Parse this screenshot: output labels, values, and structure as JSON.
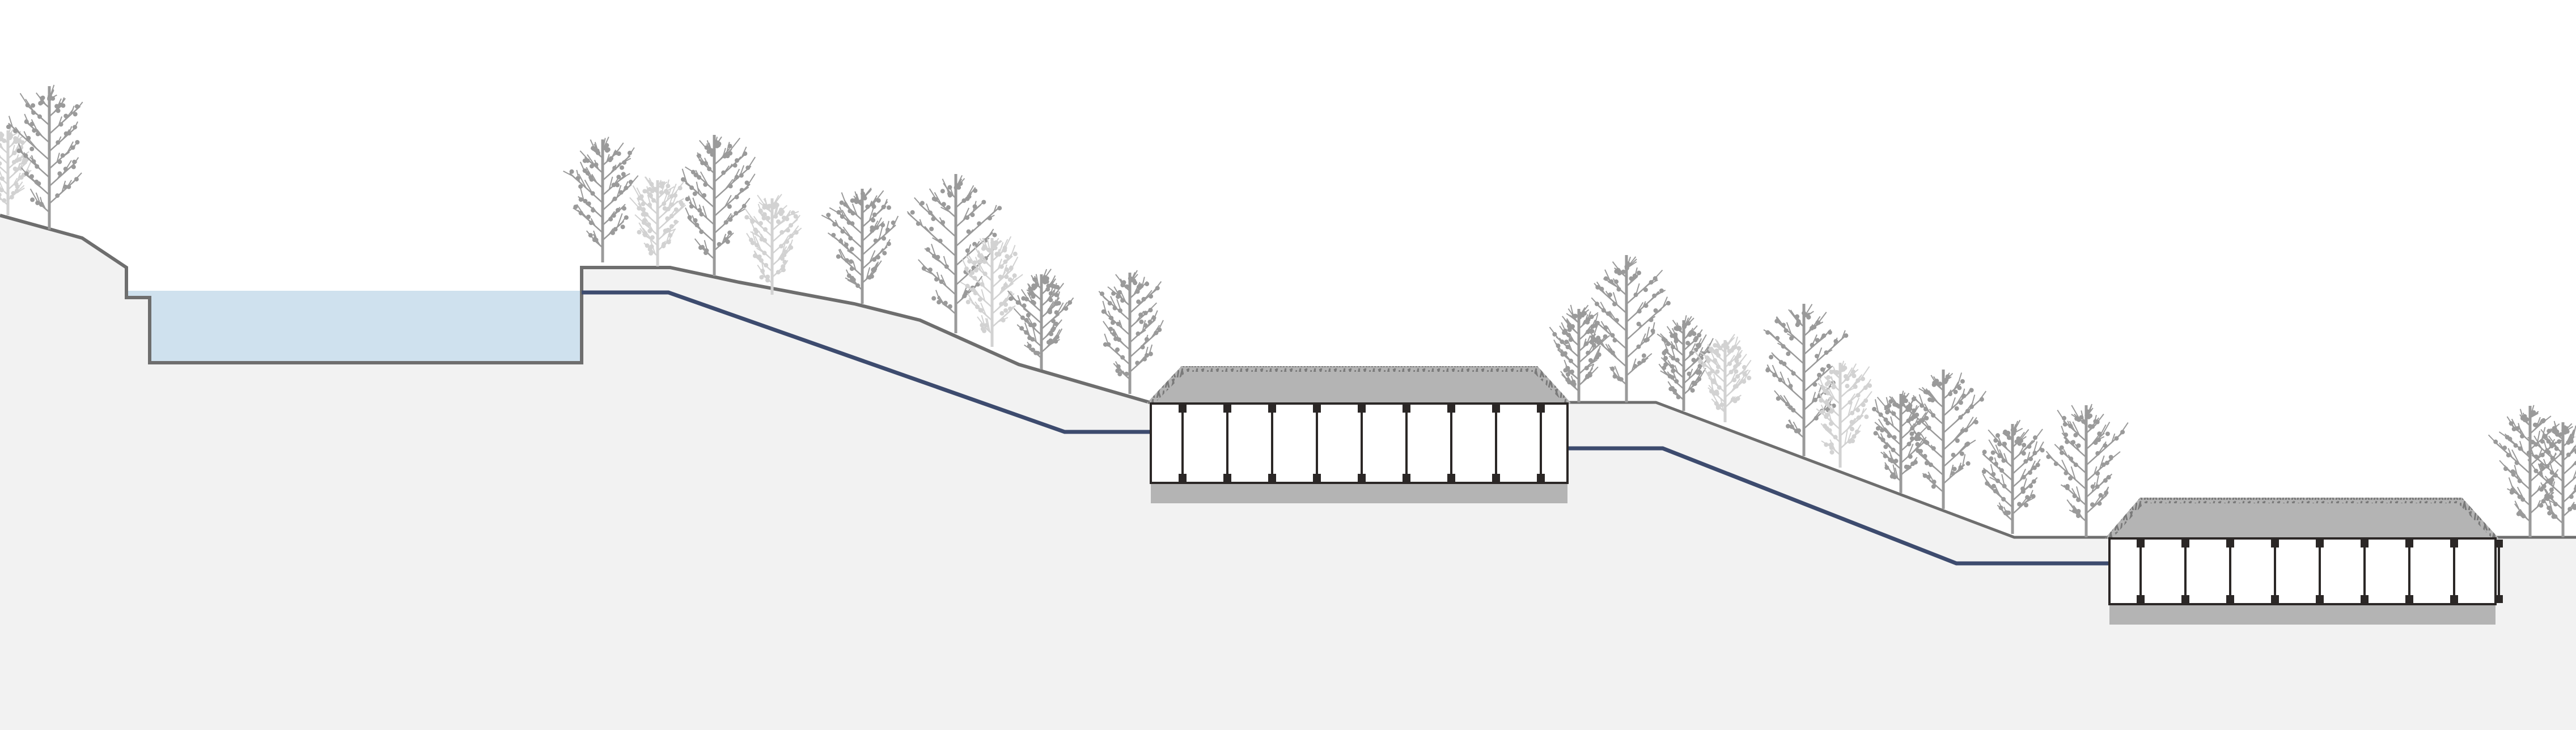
{
  "diagram": {
    "type": "landscape-section",
    "colors": {
      "ground": "#f2f2f2",
      "ground_outline": "#6e6e6e",
      "water": "#cfe1ee",
      "water_line": "#3d4b6e",
      "roof": "#b4b4b4",
      "roof_grass": "#7a7a7a",
      "structure": "#2b2726",
      "foundation": "#b4b4b4",
      "tree": "#9a9a9a",
      "tree_faint": "#d2d2d2"
    },
    "buildings": [
      {
        "columns": 9
      },
      {
        "columns": 9
      }
    ]
  }
}
